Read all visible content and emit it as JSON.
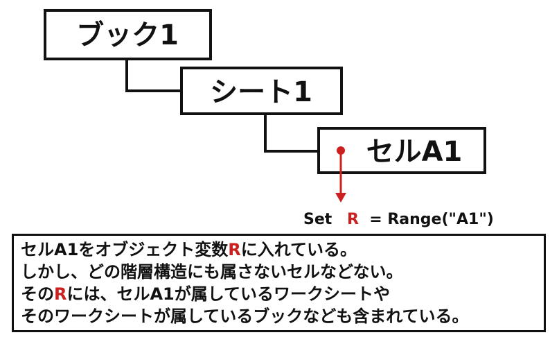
{
  "boxes": {
    "book": "ブック1",
    "sheet": "シート1",
    "cell": "セルA1"
  },
  "code": {
    "keyword": "Set",
    "var": "R",
    "rest": " = Range(\"A1\")"
  },
  "note": {
    "line1": {
      "pre": "セルA1をオブジェクト変数",
      "var": "R",
      "post": "に入れている。"
    },
    "line2": "しかし、どの階層構造にも属さないセルなどない。",
    "line3": {
      "pre": "その",
      "var": "R",
      "post": "には、セルA1が属しているワークシートや"
    },
    "line4": "そのワークシートが属しているブックなども含まれている。"
  },
  "colors": {
    "accent": "#cc1f1f",
    "ink": "#111111"
  }
}
